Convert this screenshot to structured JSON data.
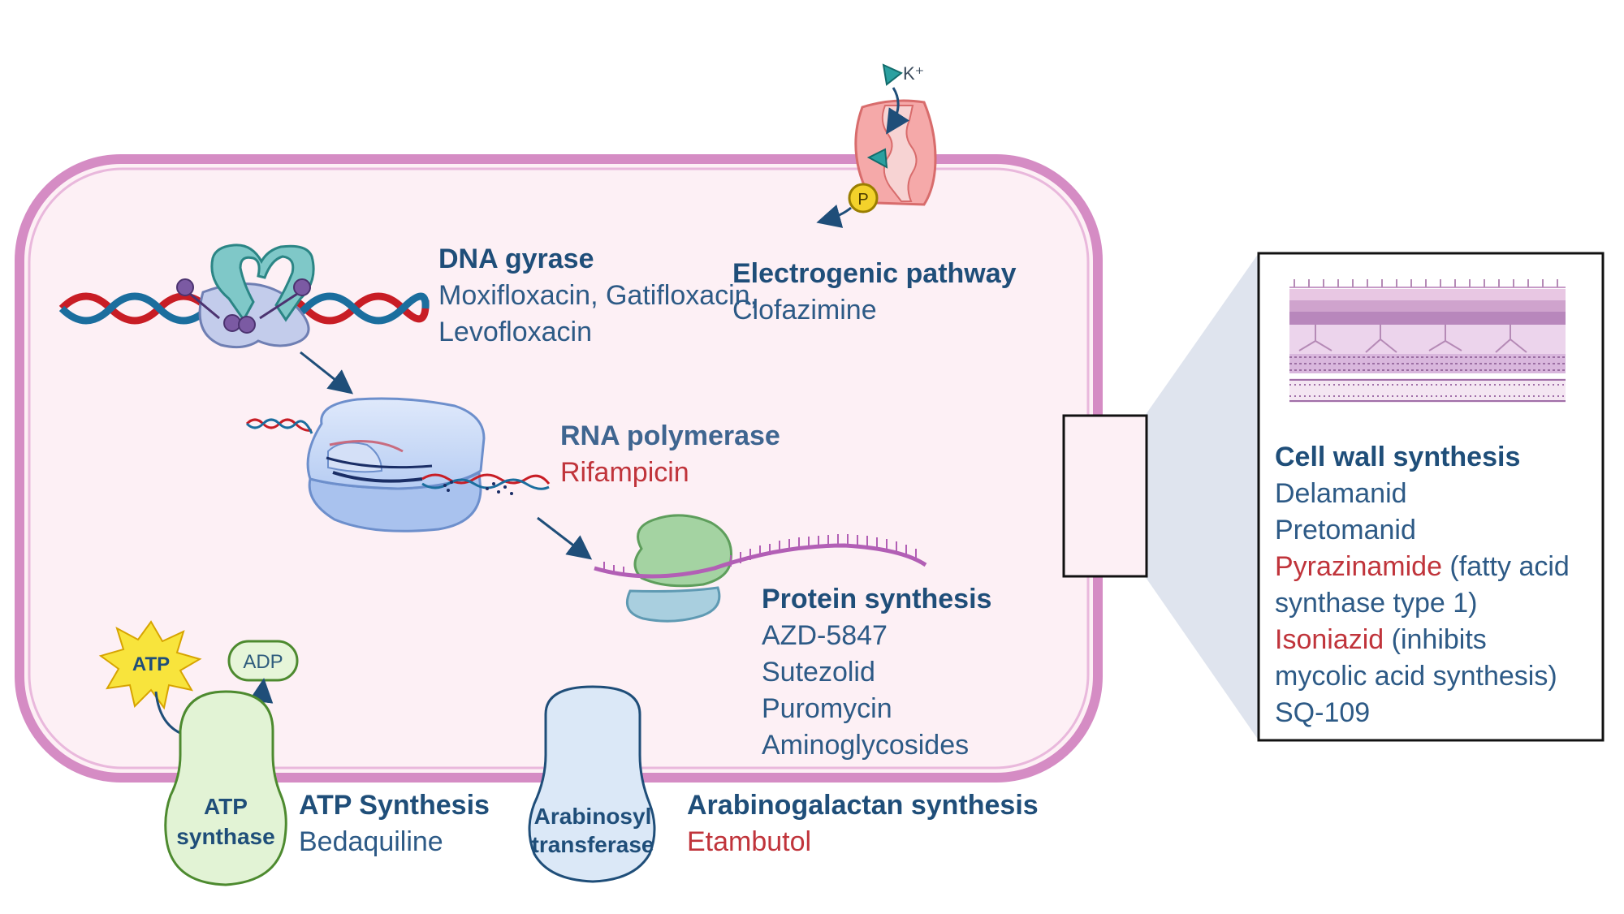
{
  "colors": {
    "title": "#1f4e79",
    "drug_blue": "#2d5a86",
    "drug_red": "#c0343b",
    "membrane": "#d58cc4",
    "cell_fill": "#fdf0f5"
  },
  "dna_gyrase": {
    "title": "DNA gyrase",
    "drugs_line1": "Moxifloxacin, Gatifloxacin,",
    "drugs_line2": "Levofloxacin"
  },
  "electrogenic": {
    "title": "Electrogenic pathway",
    "drug": "Clofazimine",
    "ion_label": "K⁺",
    "phosphate_label": "P"
  },
  "rna_polymerase": {
    "title": "RNA polymerase",
    "drug": "Rifampicin"
  },
  "protein_synthesis": {
    "title": "Protein synthesis",
    "drugs": [
      "AZD-5847",
      "Sutezolid",
      "Puromycin",
      "Aminoglycosides"
    ]
  },
  "atp": {
    "atp_label": "ATP",
    "adp_label": "ADP",
    "enzyme_line1": "ATP",
    "enzyme_line2": "synthase",
    "title": "ATP Synthesis",
    "drug": "Bedaquiline"
  },
  "arabinogalactan": {
    "enzyme_line1": "Arabinosyl",
    "enzyme_line2": "transferase",
    "title": "Arabinogalactan synthesis",
    "drug": "Etambutol"
  },
  "cell_wall": {
    "title": "Cell wall synthesis",
    "drug1": "Delamanid",
    "drug2": "Pretomanid",
    "pza_name": "Pyrazinamide",
    "pza_note": " (fatty acid",
    "pza_note2": "synthase type 1)",
    "inh_name": "Isoniazid",
    "inh_note": " (inhibits",
    "inh_note2": "mycolic acid synthesis)",
    "drug_last": "SQ-109"
  }
}
